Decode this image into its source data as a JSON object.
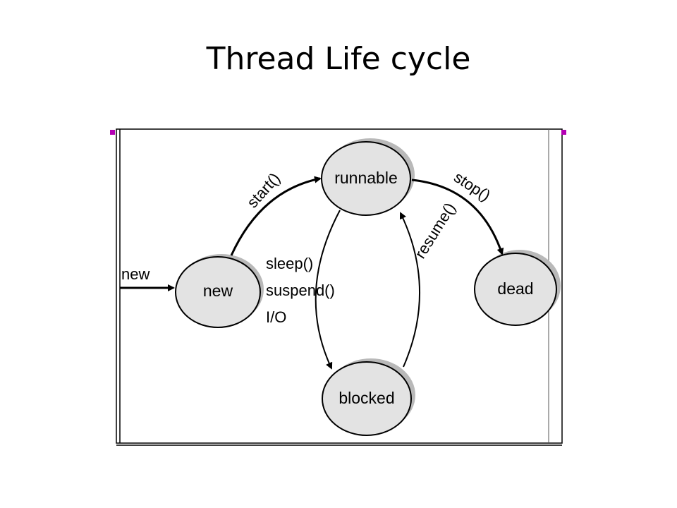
{
  "slide": {
    "title": "Thread Life cycle"
  },
  "diagram": {
    "states": {
      "new": "new",
      "runnable": "runnable",
      "blocked": "blocked",
      "dead": "dead"
    },
    "transitions": {
      "initial": "new",
      "start": "start()",
      "stop": "stop()",
      "resume": "resume()",
      "block_line1": "sleep()",
      "block_line2": "suspend()",
      "block_line3": "I/O"
    },
    "colors": {
      "state_fill": "#e3e3e3",
      "state_shadow": "#b9b9b9",
      "stroke": "#000000",
      "handle": "#b400b4"
    }
  }
}
